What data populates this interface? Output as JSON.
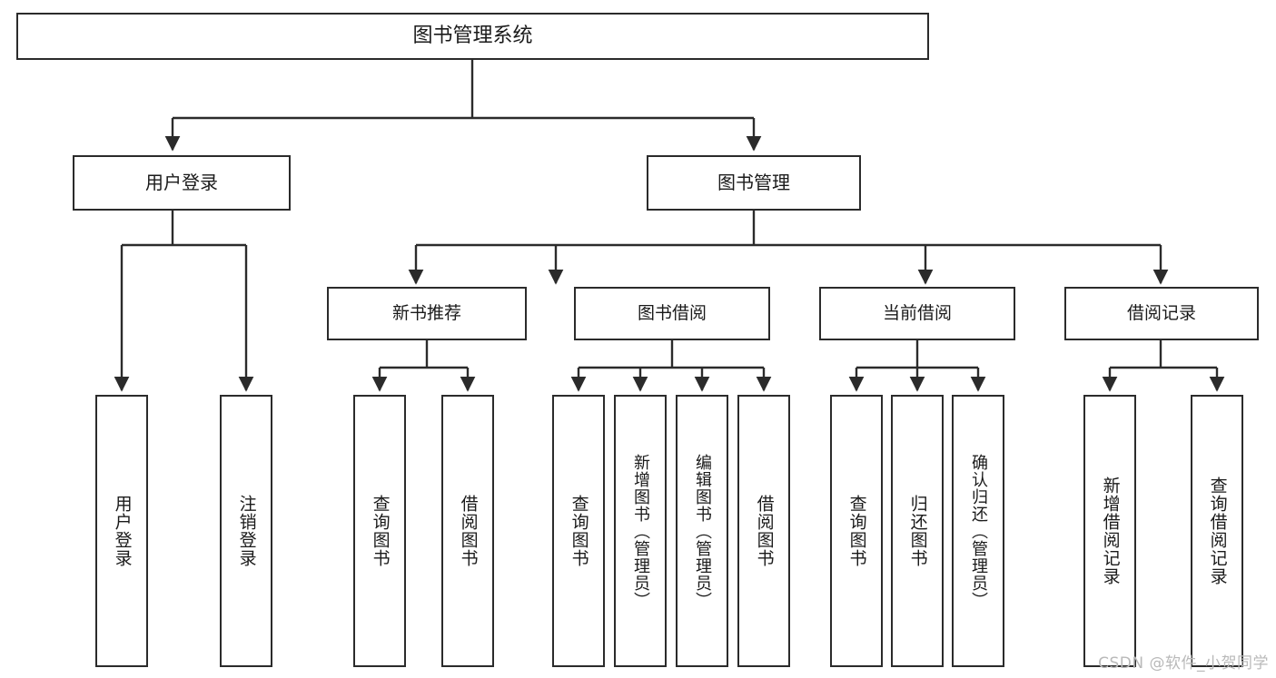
{
  "diagram": {
    "title": "图书管理系统",
    "type": "tree",
    "colors": {
      "box_border": "#2b2b2b",
      "box_fill": "#ffffff",
      "connector": "#2b2b2b",
      "text": "#1a1a1a",
      "watermark": "#b9b9b9",
      "background": "#ffffff"
    },
    "nodes": {
      "root": {
        "label": "图书管理系统"
      },
      "level2": [
        {
          "id": "user-login",
          "label": "用户登录"
        },
        {
          "id": "book-management",
          "label": "图书管理"
        }
      ],
      "level3": [
        {
          "id": "new-book-recommend",
          "label": "新书推荐"
        },
        {
          "id": "book-borrow",
          "label": "图书借阅"
        },
        {
          "id": "current-borrow",
          "label": "当前借阅"
        },
        {
          "id": "borrow-record",
          "label": "借阅记录"
        }
      ],
      "leaves": {
        "user_login": [
          {
            "id": "leaf-user-login",
            "label": "用户登录"
          },
          {
            "id": "leaf-user-logout",
            "label": "注销登录"
          }
        ],
        "new_book_recommend": [
          {
            "id": "leaf-query-book-1",
            "label": "查询图书"
          },
          {
            "id": "leaf-borrow-book-1",
            "label": "借阅图书"
          }
        ],
        "book_borrow": [
          {
            "id": "leaf-query-book-2",
            "label": "查询图书"
          },
          {
            "id": "leaf-add-book",
            "label": "新增图书（管理员）"
          },
          {
            "id": "leaf-edit-book",
            "label": "编辑图书（管理员）"
          },
          {
            "id": "leaf-borrow-book-2",
            "label": "借阅图书"
          }
        ],
        "current_borrow": [
          {
            "id": "leaf-query-book-3",
            "label": "查询图书"
          },
          {
            "id": "leaf-return-book",
            "label": "归还图书"
          },
          {
            "id": "leaf-confirm-return",
            "label": "确认归还（管理员）"
          }
        ],
        "borrow_record": [
          {
            "id": "leaf-add-record",
            "label": "新增借阅记录"
          },
          {
            "id": "leaf-query-record",
            "label": "查询借阅记录"
          }
        ]
      }
    },
    "watermark": "CSDN @软件_小贺同学"
  }
}
